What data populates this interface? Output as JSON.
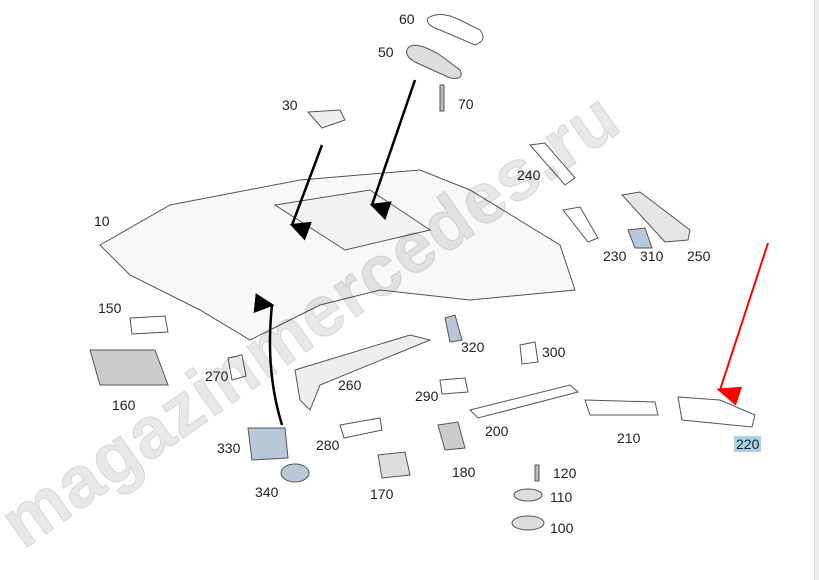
{
  "watermark": "magazinmercedes.ru",
  "parts": [
    {
      "label": "60"
    },
    {
      "label": "50"
    },
    {
      "label": "70"
    },
    {
      "label": "30"
    },
    {
      "label": "10"
    },
    {
      "label": "240"
    },
    {
      "label": "230"
    },
    {
      "label": "310"
    },
    {
      "label": "250"
    },
    {
      "label": "150"
    },
    {
      "label": "320"
    },
    {
      "label": "300"
    },
    {
      "label": "270"
    },
    {
      "label": "260"
    },
    {
      "label": "290"
    },
    {
      "label": "160"
    },
    {
      "label": "200"
    },
    {
      "label": "210"
    },
    {
      "label": "220",
      "highlighted": true
    },
    {
      "label": "330"
    },
    {
      "label": "280"
    },
    {
      "label": "180"
    },
    {
      "label": "120"
    },
    {
      "label": "340"
    },
    {
      "label": "170"
    },
    {
      "label": "110"
    },
    {
      "label": "100"
    }
  ],
  "colors": {
    "highlight": "#a6d4e6",
    "arrow": "#ff0000",
    "blue_part": "#b8c8d8"
  }
}
